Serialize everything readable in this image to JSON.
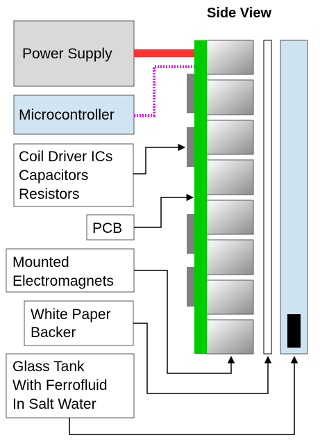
{
  "title": "Side View",
  "components": {
    "power_supply": "Power Supply",
    "microcontroller": "Microcontroller",
    "coil_driver": [
      "Coil Driver ICs",
      "Capacitors",
      "Resistors"
    ],
    "pcb": "PCB",
    "electromagnets": [
      "Mounted",
      "Electromagnets"
    ],
    "paper": [
      "White Paper",
      "Backer"
    ],
    "tank": [
      "Glass Tank",
      "With Ferrofluid",
      "In Salt Water"
    ]
  },
  "colors": {
    "power_supply_fill": "#d9d9d9",
    "microcontroller_fill": "#d0e4f2",
    "pcb": "#00cc00",
    "power_wire": "#ff3333",
    "signal_wire": "#ee00ee",
    "chip": "#808080",
    "tank_fill": "#cde3f2",
    "ferrofluid": "#000000"
  },
  "electromagnet_count": 8,
  "chip_count": 4
}
